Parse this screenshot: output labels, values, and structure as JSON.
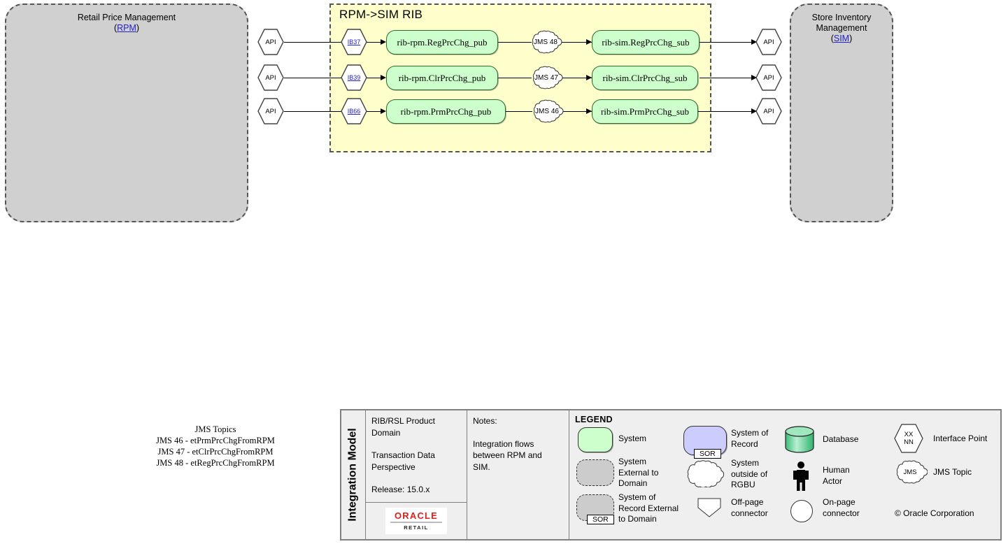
{
  "left_system": {
    "title_line1": "Retail Price Management",
    "title_abbrev": "RPM"
  },
  "right_system": {
    "title_line1": "Store Inventory",
    "title_line2": "Management",
    "title_abbrev": "SIM"
  },
  "rib": {
    "title": "RPM->SIM RIB",
    "flows": [
      {
        "api_left": "API",
        "interface_point": "IB37",
        "publisher": "rib-rpm.RegPrcChg_pub",
        "jms": "JMS 48",
        "subscriber": "rib-sim.RegPrcChg_sub",
        "api_right": "API"
      },
      {
        "api_left": "API",
        "interface_point": "IB39",
        "publisher": "rib-rpm.ClrPrcChg_pub",
        "jms": "JMS 47",
        "subscriber": "rib-sim.ClrPrcChg_sub",
        "api_right": "API"
      },
      {
        "api_left": "API",
        "interface_point": "IB66",
        "publisher": "rib-rpm.PrmPrcChg_pub",
        "jms": "JMS 46",
        "subscriber": "rib-sim.PrmPrcChg_sub",
        "api_right": "API"
      }
    ]
  },
  "jms_topics": {
    "heading": "JMS Topics",
    "lines": [
      "JMS 46 - etPrmPrcChgFromRPM",
      "JMS 47 - etClrPrcChgFromRPM",
      "JMS 48 - etRegPrcChgFromRPM"
    ]
  },
  "info_table": {
    "vertical_title": "Integration Model",
    "domain_line1": "RIB/RSL Product",
    "domain_line2": "Domain",
    "perspective_line1": "Transaction Data",
    "perspective_line2": "Perspective",
    "release": "Release:  15.0.x",
    "logo_primary": "ORACLE",
    "logo_secondary": "RETAIL",
    "notes_heading": "Notes:",
    "notes_body_line1": "Integration flows",
    "notes_body_line2": "between RPM and",
    "notes_body_line3": "SIM."
  },
  "legend": {
    "title": "LEGEND",
    "items": [
      {
        "name": "system",
        "label": "System"
      },
      {
        "name": "system-external-to-domain",
        "label_line1": "System",
        "label_line2": "External to",
        "label_line3": "Domain"
      },
      {
        "name": "system-of-record-external-to-domain",
        "label_line1": "System of",
        "label_line2": "Record External",
        "label_line3": "to Domain",
        "tag": "SOR"
      },
      {
        "name": "system-of-record",
        "label_line1": "System of",
        "label_line2": "Record",
        "tag": "SOR"
      },
      {
        "name": "system-outside-rgbu",
        "label_line1": "System",
        "label_line2": "outside of",
        "label_line3": "RGBU"
      },
      {
        "name": "off-page-connector",
        "label_line1": "Off-page",
        "label_line2": "connector"
      },
      {
        "name": "database",
        "label": "Database"
      },
      {
        "name": "human-actor",
        "label_line1": "Human",
        "label_line2": "Actor"
      },
      {
        "name": "on-page-connector",
        "label_line1": "On-page",
        "label_line2": "connector"
      },
      {
        "name": "interface-point",
        "label": "Interface Point",
        "glyph_line1": "XX",
        "glyph_line2": "NN"
      },
      {
        "name": "jms-topic",
        "label": "JMS Topic",
        "glyph": "JMS"
      }
    ],
    "copyright": "© Oracle Corporation"
  },
  "colors": {
    "system_green": "#ccffcc",
    "rib_yellow": "#ffffcc",
    "external_gray": "#d0d0d0",
    "sor_purple": "#ccccff",
    "link_blue": "#2222cc",
    "oracle_red": "#e0201b"
  }
}
